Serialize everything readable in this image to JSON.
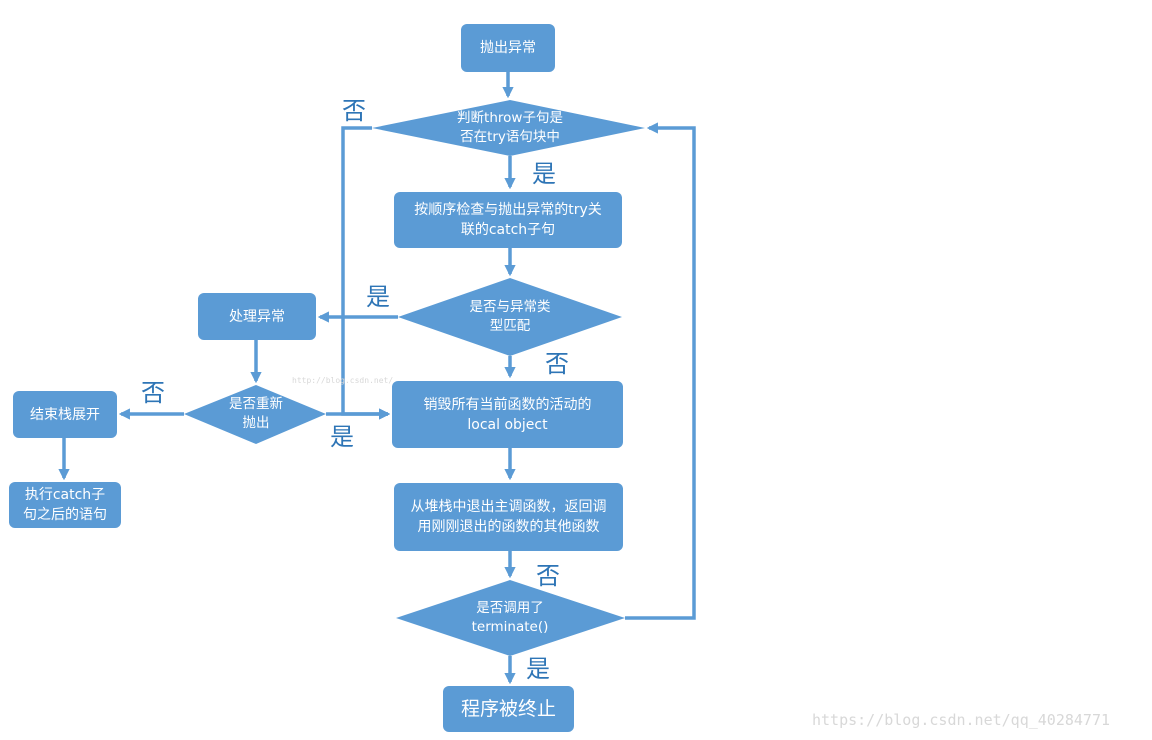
{
  "nodes": {
    "throw_exception": "抛出异常",
    "check_try_block": "判断throw子句是\n否在try语句块中",
    "check_catch": "按顺序检查与抛出异常的try关\n联的catch子句",
    "type_match": "是否与异常类\n型匹配",
    "handle_exception": "处理异常",
    "rethrow": "是否重新\n抛出",
    "end_unwind": "结束栈展开",
    "exec_after_catch": "执行catch子\n句之后的语句",
    "destroy_locals": "销毁所有当前函数的活动的\nlocal object",
    "exit_function": "从堆栈中退出主调函数，返回调\n用刚刚退出的函数的其他函数",
    "terminate_called": "是否调用了\nterminate()",
    "program_terminated": "程序被终止"
  },
  "edge_labels": {
    "try_no": "否",
    "try_yes": "是",
    "match_yes": "是",
    "match_no": "否",
    "rethrow_no": "否",
    "rethrow_yes": "是",
    "terminate_no": "否",
    "terminate_yes": "是"
  },
  "watermarks": {
    "center": "http://blog.csdn.net/",
    "corner": "https://blog.csdn.net/qq_40284771"
  },
  "colors": {
    "shape_fill": "#5B9BD5",
    "line": "#5B9BD5",
    "yes_no_text": "#2E75B6",
    "node_text": "#ffffff"
  }
}
